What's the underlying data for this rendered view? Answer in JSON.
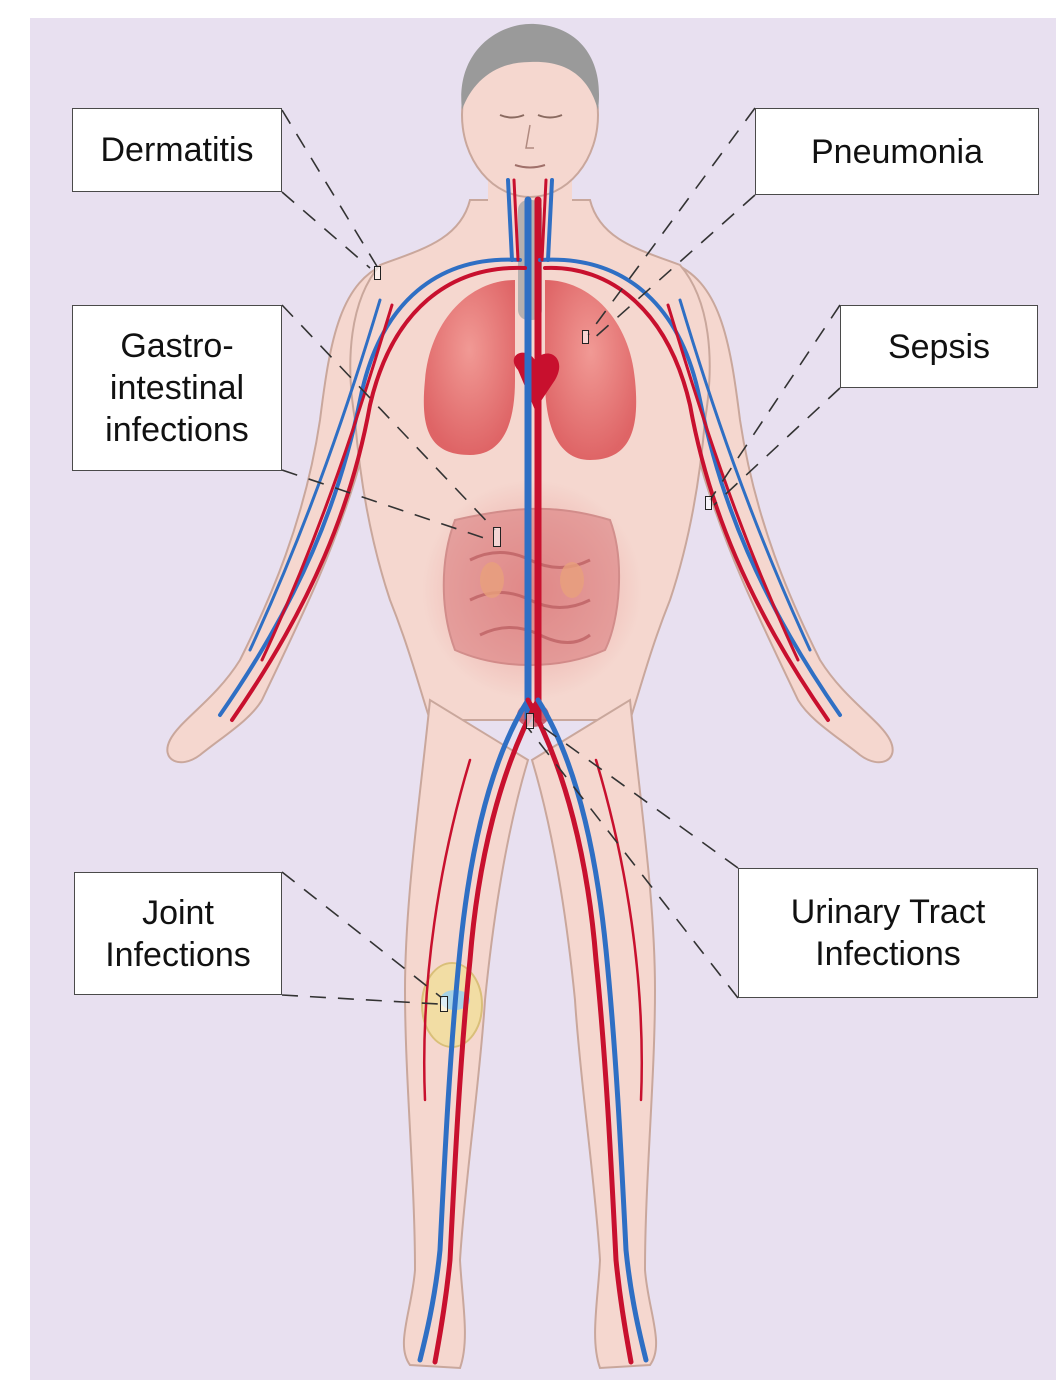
{
  "labels": {
    "dermatitis": "Dermatitis",
    "pneumonia": "Pneumonia",
    "gastrointestinal": "Gastro-\nintestinal\ninfections",
    "sepsis": "Sepsis",
    "joint": "Joint\nInfections",
    "urinary": "Urinary Tract\nInfections"
  },
  "colors": {
    "background": "#e8e0f0",
    "skin": "#f5d7cf",
    "skin_outline": "#c9a79c",
    "artery": "#c8102e",
    "vein": "#2f6fc4",
    "organ": "#e0555a",
    "hair": "#9a9a9a",
    "knee": "#f2dea0"
  },
  "icons": [
    "dermatitis-marker",
    "pneumonia-marker",
    "gi-marker",
    "sepsis-marker",
    "urinary-marker",
    "joint-marker"
  ]
}
